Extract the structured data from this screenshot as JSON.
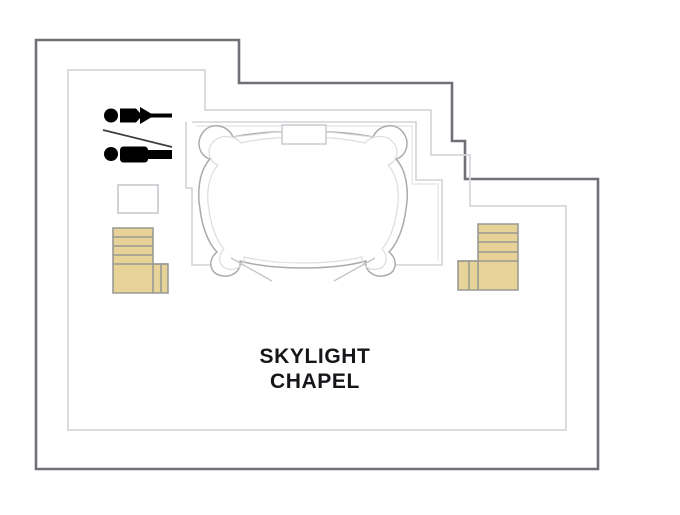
{
  "plan": {
    "title": "Skylight Chapel deck plan",
    "background_color": "#ffffff",
    "outer_wall_color": "#6f7177",
    "inner_wall_color": "#d8d8da",
    "feature_outline_color": "#b8b9bc",
    "stair_fill_color": "#e7d398",
    "stair_line_color": "#9a9a96",
    "label_color": "#16161a"
  },
  "rooms": [
    {
      "id": "skylight-chapel",
      "label_line_1": "SKYLIGHT",
      "label_line_2": "CHAPEL"
    }
  ],
  "amenities": [
    {
      "id": "womens-restroom",
      "icon": "woman-restroom-icon",
      "label": "Women's restroom"
    },
    {
      "id": "mens-restroom",
      "icon": "man-restroom-icon",
      "label": "Men's restroom"
    },
    {
      "id": "restroom-divider",
      "icon": "divider-line-icon",
      "label": "Restroom divider"
    },
    {
      "id": "service-fixture",
      "icon": "rectangle-fixture-icon",
      "label": "Fixture"
    },
    {
      "id": "altar-table",
      "icon": "rectangle-fixture-icon",
      "label": "Altar table"
    }
  ],
  "stairs": [
    {
      "id": "stairs-port",
      "label": "Port stairway",
      "steps": 4
    },
    {
      "id": "stairs-starboard",
      "label": "Starboard stairway",
      "steps": 4
    }
  ],
  "features": [
    {
      "id": "skylight-dome",
      "label": "Skylight dome outline"
    }
  ]
}
